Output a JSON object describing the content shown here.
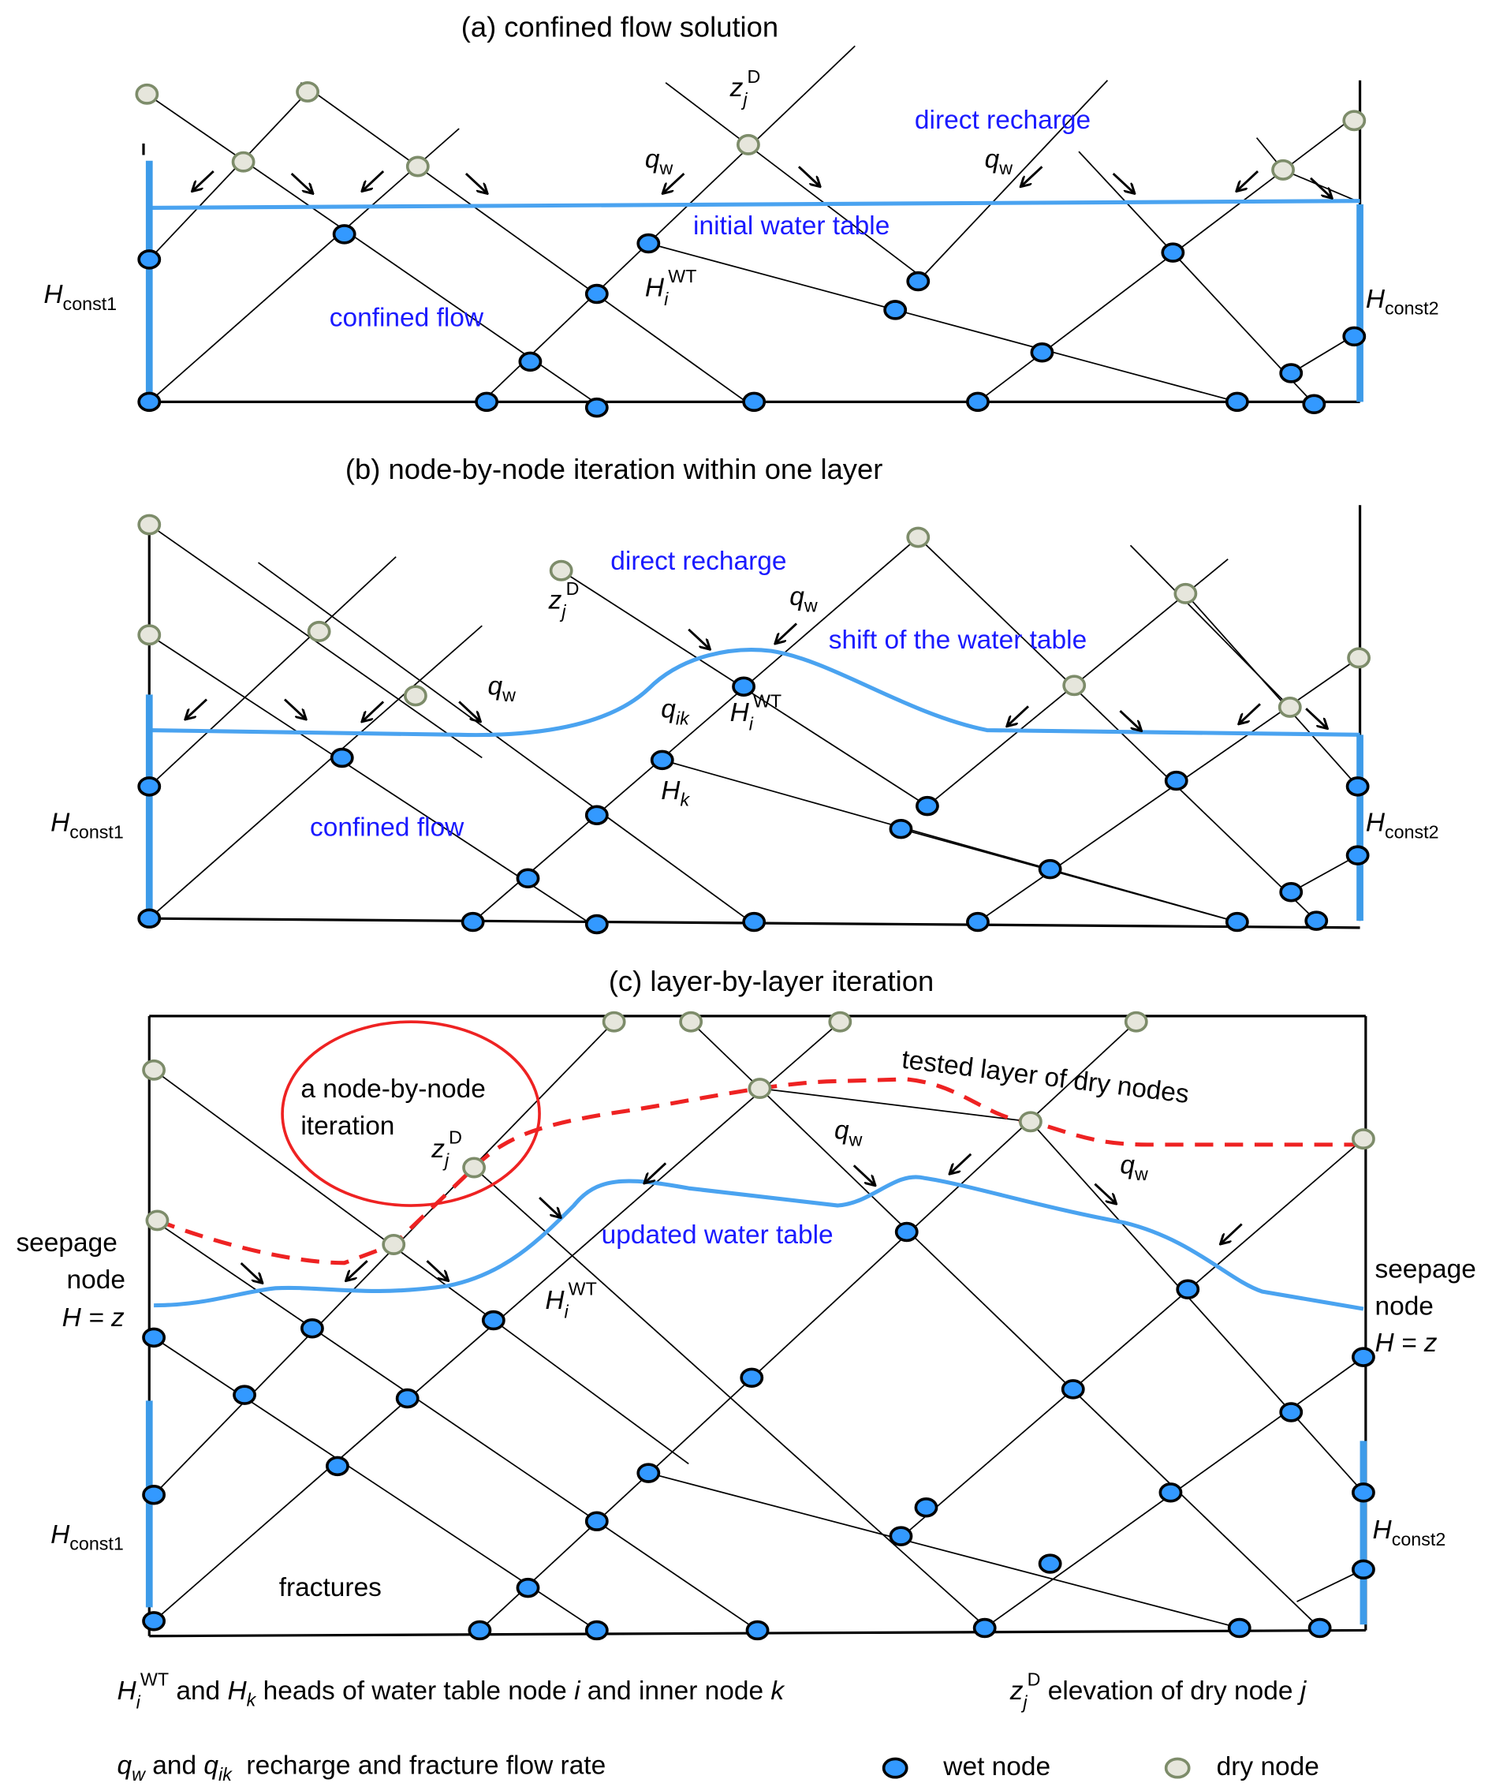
{
  "panel_a": {
    "title": "(a) confined flow solution",
    "z": "z",
    "z_sub": "j",
    "z_sup": "D",
    "direct_recharge": "direct recharge",
    "qw1": "q",
    "qw1_sub": "w",
    "qw2": "q",
    "qw2_sub": "w",
    "initial_water_table": "initial water table",
    "h": "H",
    "h_sub": "i",
    "h_sup": "WT",
    "confined_flow": "confined flow",
    "hc1": "H",
    "hc1_sub": "const1",
    "hc2": "H",
    "hc2_sub": "const2"
  },
  "panel_b": {
    "title": "(b) node-by-node iteration within one layer",
    "direct_recharge": "direct recharge",
    "z": "z",
    "z_sub": "j",
    "z_sup": "D",
    "qw1": "q",
    "qw1_sub": "w",
    "qw2": "q",
    "qw2_sub": "w",
    "shift": "shift of the water table",
    "qik": "q",
    "qik_sub": "ik",
    "h": "H",
    "h_sub": "i",
    "h_sup": "WT",
    "hk": "H",
    "hk_sub": "k",
    "confined_flow": "confined flow",
    "hc1": "H",
    "hc1_sub": "const1",
    "hc2": "H",
    "hc2_sub": "const2"
  },
  "panel_c": {
    "title": "(c) layer-by-layer iteration",
    "circle_line1": "a node-by-node",
    "circle_line2": "iteration",
    "z": "z",
    "z_sub": "j",
    "z_sup": "D",
    "tested_layer": "tested layer of dry nodes",
    "qw1": "q",
    "qw1_sub": "w",
    "qw2": "q",
    "qw2_sub": "w",
    "updated_water_table": "updated water table",
    "seepage_left": [
      "seepage",
      "node",
      "H = z"
    ],
    "seepage_right": [
      "seepage",
      "node",
      "H = z"
    ],
    "h": "H",
    "h_sub": "i",
    "h_sup": "WT",
    "fractures": "fractures",
    "hc1": "H",
    "hc1_sub": "const1",
    "hc2": "H",
    "hc2_sub": "const2"
  },
  "legend": {
    "line1_h": "H",
    "line1_h_sub": "i",
    "line1_h_sup": "WT",
    "line1_and": " and ",
    "line1_hk": "H",
    "line1_hk_sub": "k",
    "line1_rest": " heads of water table node ",
    "line1_i": "i",
    "line1_rest2": " and inner node ",
    "line1_k": "k",
    "line2_z": "z",
    "line2_z_sub": "j",
    "line2_z_sup": "D",
    "line2_rest": " elevation of dry node ",
    "line2_j": "j",
    "line3_q": "q",
    "line3_q_sub": "w",
    "line3_and": " and ",
    "line3_qik": "q",
    "line3_qik_sub": "ik",
    "line3_rest": "  recharge and fracture flow rate",
    "wet_node": "wet node",
    "dry_node": "dry node"
  },
  "colors": {
    "wet_node": "#3399ff",
    "dry_node": "#e6e6dc",
    "dry_stroke": "#7d8c6a",
    "water_table": "#4aa3f0",
    "label_blue": "#1a1aff",
    "tested_layer": "#ee2222"
  }
}
